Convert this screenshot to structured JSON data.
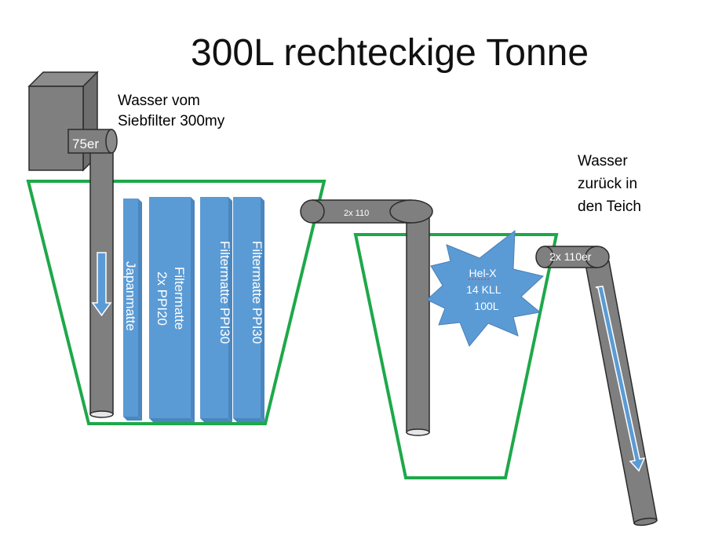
{
  "title": "300L rechteckige Tonne",
  "inlet_label": {
    "line1": "Wasser vom",
    "line2": "Siebfilter 300my"
  },
  "outlet_label": {
    "line1": "Wasser",
    "line2": "zurück in",
    "line3": "den Teich"
  },
  "pipe_labels": {
    "inlet": "75er",
    "connector": "2x 110",
    "outlet": "2x 110er"
  },
  "filter_media": [
    "Japanmatte",
    "Filtermatte 2x PPI20",
    "Filtermatte PPI30",
    "Filtermatte PPI30"
  ],
  "filter_media_lines": {
    "m1": [
      "Japanmatte"
    ],
    "m2": [
      "Filtermatte",
      "2x PPI20"
    ],
    "m3": [
      "Filtermatte PPI30"
    ],
    "m4": [
      "Filtermatte PPI30"
    ]
  },
  "starburst": {
    "line1": "Hel-X",
    "line2": "14 KLL",
    "line3": "100L"
  },
  "colors": {
    "tank_outline": "#1ea84a",
    "pipe": "#7f7f7f",
    "pipe_stroke": "#2b2b2b",
    "filter_mat": "#5b9bd5",
    "starburst": "#5b9bd5",
    "arrow": "#5b9bd5"
  }
}
